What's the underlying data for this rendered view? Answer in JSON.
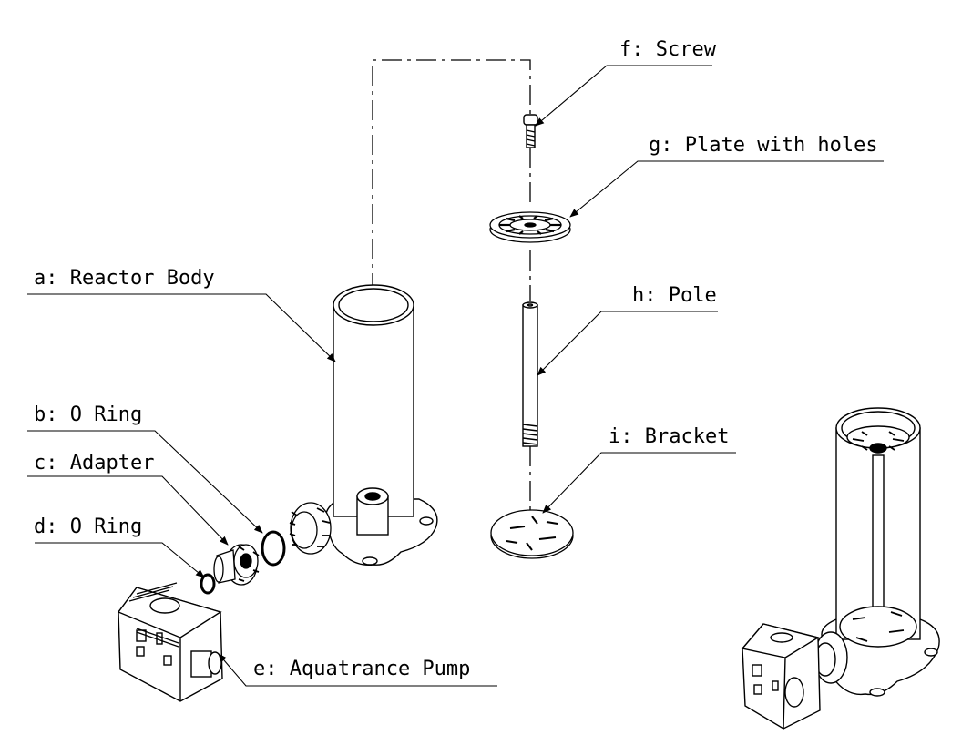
{
  "labels": {
    "a": "a: Reactor Body",
    "b": "b: O Ring",
    "c": "c: Adapter",
    "d": "d: O Ring",
    "e": "e: Aquatrance Pump",
    "f": "f: Screw",
    "g": "g: Plate with holes",
    "h": "h: Pole",
    "i": "i: Bracket"
  },
  "colors": {
    "line": "#000000",
    "background": "#ffffff"
  }
}
